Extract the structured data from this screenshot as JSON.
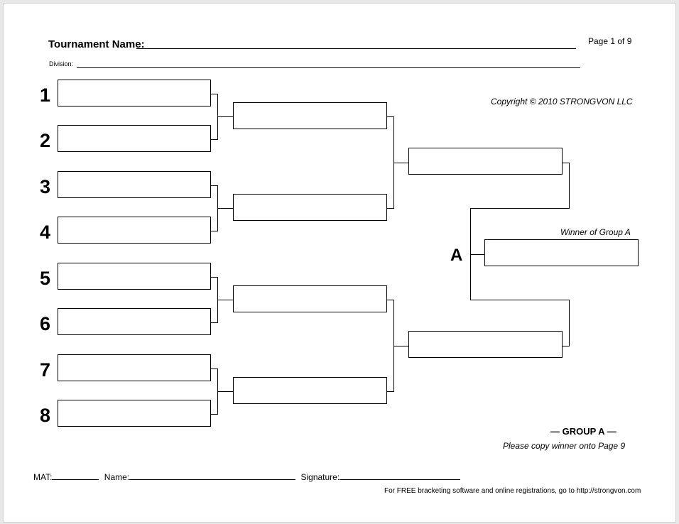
{
  "header": {
    "tournament_label": "Tournament Name:",
    "page_label": "Page 1 of 9",
    "division_label": "Division:",
    "copyright": "Copyright © 2010 STRONGVON LLC"
  },
  "bracket": {
    "seeds": [
      "1",
      "2",
      "3",
      "4",
      "5",
      "6",
      "7",
      "8"
    ],
    "final_letter": "A",
    "winner_label": "Winner of Group A"
  },
  "group": {
    "title": "— GROUP A —",
    "note": "Please copy winner onto Page 9"
  },
  "footer": {
    "mat_label": "MAT:",
    "name_label": "Name:",
    "signature_label": "Signature:",
    "free_text": "For FREE bracketing software and online registrations, go to http://strongvon.com"
  }
}
